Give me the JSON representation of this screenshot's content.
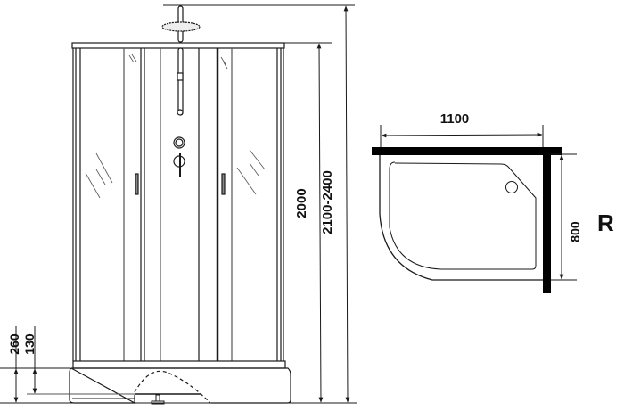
{
  "front_view": {
    "height_cabin": "2000",
    "height_total": "2100-2400",
    "tray_height": "260",
    "tray_step": "130"
  },
  "plan_view": {
    "width": "1100",
    "depth": "800",
    "orientation": "R"
  },
  "colors": {
    "line": "#1a1a1a",
    "glass_line": "#555555",
    "wall": "#000000",
    "background": "#ffffff"
  }
}
